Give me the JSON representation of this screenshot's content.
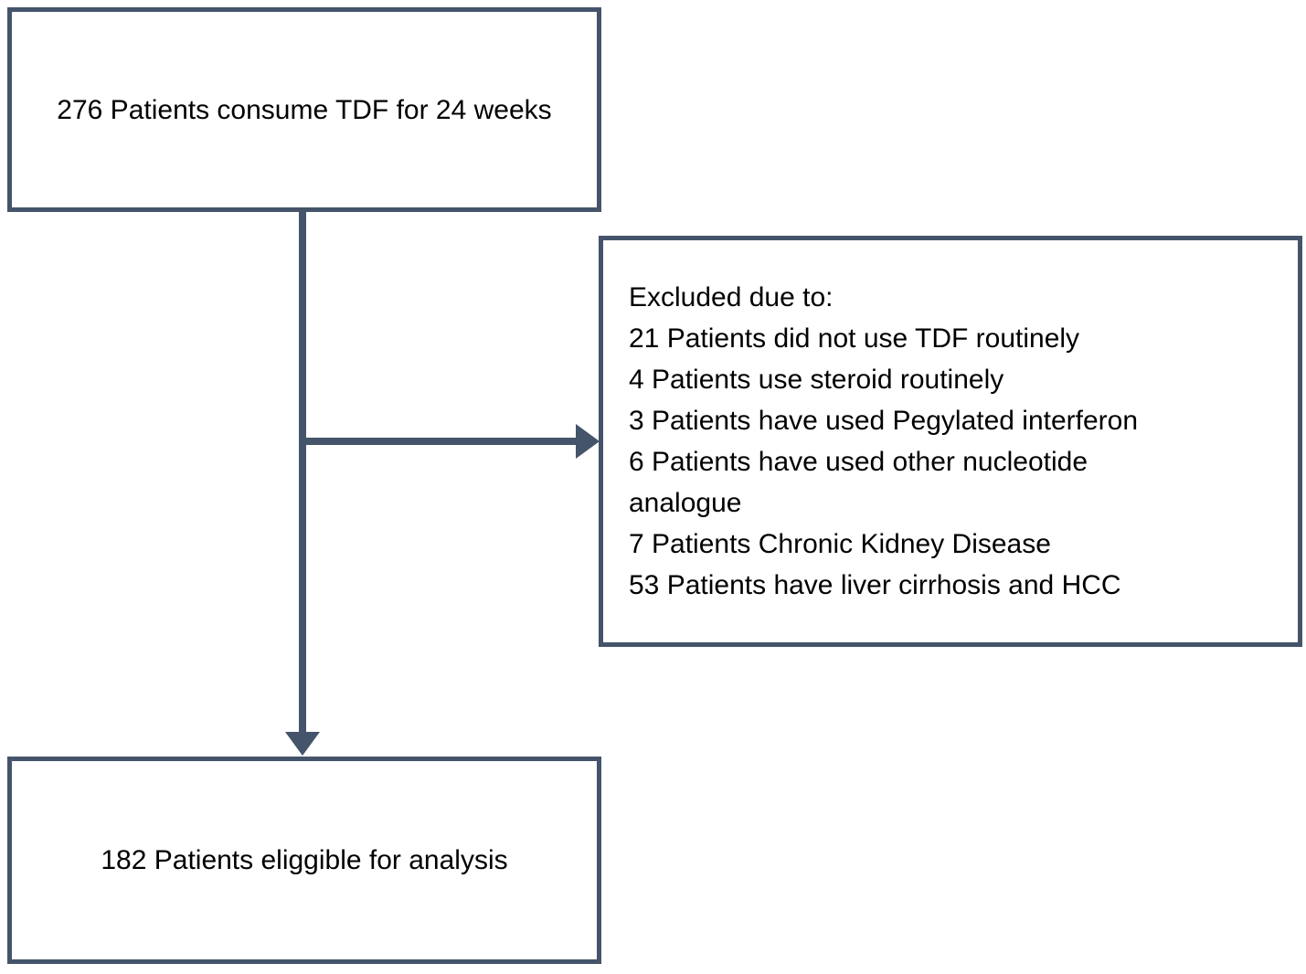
{
  "colors": {
    "box_border": "#44546A",
    "connector": "#44546A",
    "text": "#000000",
    "background": "#FFFFFF"
  },
  "flowchart": {
    "enrollment_box": {
      "text": "276 Patients consume TDF for 24 weeks"
    },
    "excluded_box": {
      "heading": "Excluded due to:",
      "items": [
        "21 Patients did not use TDF routinely",
        "4 Patients use steroid routinely",
        "3 Patients have used Pegylated interferon",
        "6 Patients have used other nucleotide\nanalogue",
        "7 Patients Chronic Kidney Disease",
        "53 Patients have liver cirrhosis and HCC"
      ]
    },
    "analysis_box": {
      "text": "182 Patients eliggible for analysis"
    }
  }
}
